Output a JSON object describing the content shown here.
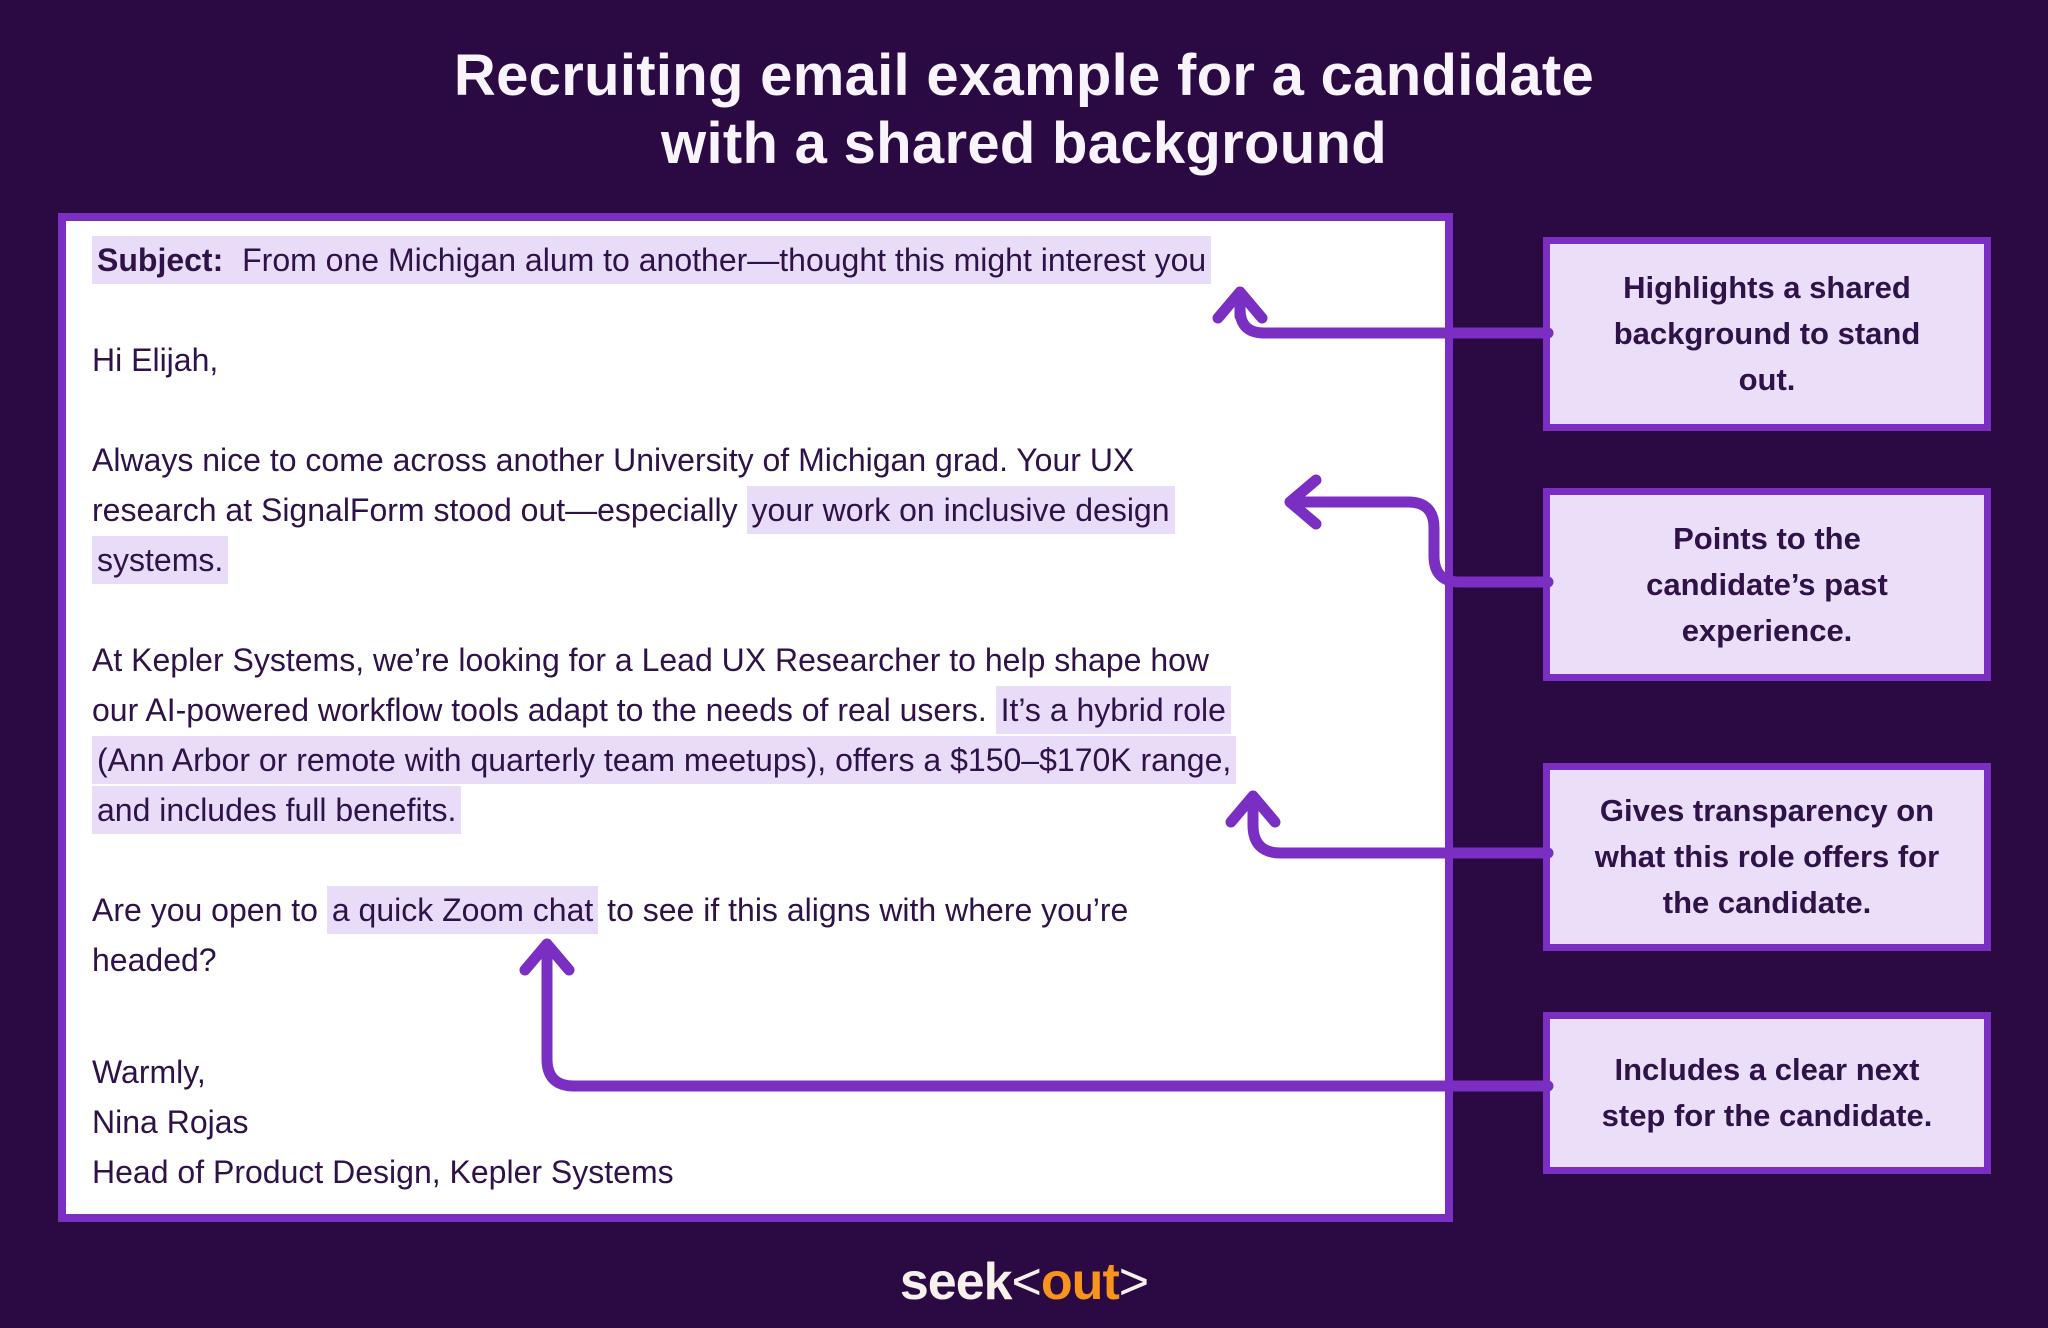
{
  "title": {
    "line1": "Recruiting email example for a candidate",
    "line2": "with a shared background"
  },
  "email": {
    "paragraphs": [
      {
        "lines": [
          [
            {
              "t": "Subject:",
              "b": true,
              "h": true
            },
            {
              "t": " From one Michigan alum to another—thought this might interest you",
              "h": true
            }
          ]
        ]
      },
      {
        "lines": [
          [
            {
              "t": "Hi Elijah,"
            }
          ]
        ]
      },
      {
        "lines": [
          [
            {
              "t": "Always nice to come across another University of Michigan grad. Your UX"
            }
          ],
          [
            {
              "t": "research at SignalForm stood out—especially "
            },
            {
              "t": "your work on inclusive design",
              "h": true
            }
          ],
          [
            {
              "t": "systems.",
              "h": true
            }
          ]
        ]
      },
      {
        "lines": [
          [
            {
              "t": "At Kepler Systems, we’re looking for a Lead UX Researcher to help shape how"
            }
          ],
          [
            {
              "t": "our AI-powered workflow tools adapt to the needs of real users. "
            },
            {
              "t": "It’s a hybrid role",
              "h": true
            }
          ],
          [
            {
              "t": "(Ann Arbor or remote with quarterly team meetups), offers a $150–$170K range,",
              "h": true
            }
          ],
          [
            {
              "t": "and includes full benefits.",
              "h": true
            }
          ]
        ]
      },
      {
        "lines": [
          [
            {
              "t": "Are you open to "
            },
            {
              "t": "a quick Zoom chat",
              "h": true
            },
            {
              "t": " to see if this aligns with where you’re"
            }
          ],
          [
            {
              "t": "headed?"
            }
          ]
        ]
      },
      {
        "lines": [
          [
            {
              "t": "Warmly,"
            }
          ],
          [
            {
              "t": "Nina Rojas"
            }
          ],
          [
            {
              "t": "Head of Product Design, Kepler Systems"
            }
          ]
        ]
      }
    ]
  },
  "callouts": [
    {
      "id": "shared-background",
      "lines": [
        "Highlights a shared",
        "background to stand",
        "out."
      ]
    },
    {
      "id": "past-experience",
      "lines": [
        "Points to the",
        "candidate’s past",
        "experience."
      ]
    },
    {
      "id": "transparency",
      "lines": [
        "Gives transparency on",
        "what this role offers for",
        "the candidate."
      ]
    },
    {
      "id": "next-step",
      "lines": [
        "Includes a clear next",
        "step for the candidate."
      ]
    }
  ],
  "logo": {
    "seek": "seek",
    "open": "<",
    "out": "out",
    "close": ">"
  },
  "colors": {
    "background": "#2B0A44",
    "accent_purple": "#7B2FC2",
    "highlight_lavender": "#E9DCF8",
    "callout_fill": "#EADEF8",
    "text_dark": "#2E1248",
    "title_white": "#F8F4FC",
    "logo_orange": "#F7941D",
    "logo_white": "#F6F1EA",
    "card_white": "#FFFFFF"
  }
}
